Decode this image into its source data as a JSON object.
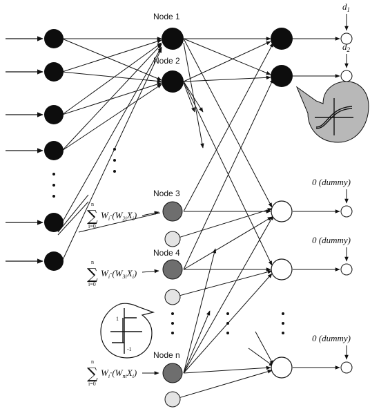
{
  "node_labels": {
    "n1": "Node 1",
    "n2": "Node 2",
    "n3": "Node 3",
    "n4": "Node 4",
    "nn": "Node n"
  },
  "targets": {
    "d1": "d",
    "d1_sub": "1",
    "d2": "d",
    "d2_sub": "2",
    "dummy1": "0 (dummy)",
    "dummy2": "0 (dummy)",
    "dummy3": "0 (dummy)"
  },
  "formulas": [
    {
      "upper": "n",
      "lower": "i=0",
      "w": "W",
      "w_sub": "i",
      "dot": "·",
      "inner": "(W",
      "inner_sub": "2i",
      "x": "X",
      "x_sub": "i",
      "close": ")"
    },
    {
      "upper": "n",
      "lower": "i=0",
      "w": "W",
      "w_sub": "i",
      "dot": "·",
      "inner": "(W",
      "inner_sub": "3i",
      "x": "X",
      "x_sub": "i",
      "close": ")"
    },
    {
      "upper": "n",
      "lower": "i=0",
      "w": "W",
      "w_sub": "i",
      "dot": "·",
      "inner": "(W",
      "inner_sub": "ni",
      "x": "X",
      "x_sub": "i",
      "close": ")"
    }
  ],
  "step_inset": {
    "plus_one": "1",
    "minus_one": "-1"
  },
  "colors": {
    "black_node": "#0d0d0d",
    "gray_node": "#6e6e6e",
    "light_node": "#e4e4e4",
    "white_node": "#ffffff",
    "sigmoid_bubble": "#b8b8b8",
    "line": "#111111"
  }
}
